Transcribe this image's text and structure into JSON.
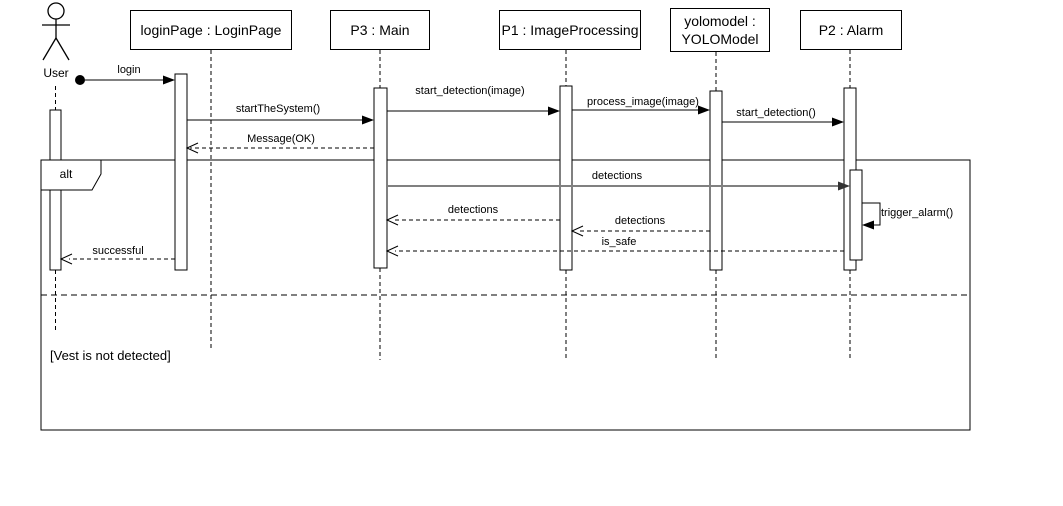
{
  "diagram": {
    "kind": "uml-sequence-diagram",
    "fragment_operator": "alt",
    "guard": "[Vest is not detected]",
    "colors": {
      "stroke": "#000000",
      "gray_message_line": "#808080",
      "background": "#ffffff"
    }
  },
  "actor": {
    "name": "User"
  },
  "participants": [
    {
      "label": "loginPage : LoginPage"
    },
    {
      "label": "P3 : Main"
    },
    {
      "label": "P1 : ImageProcessing"
    },
    {
      "label": "yolomodel : YOLOModel"
    },
    {
      "label": "P2 : Alarm"
    }
  ],
  "messages": {
    "login": "login",
    "start_the_system": "startTheSystem()",
    "message_ok": "Message(OK)",
    "start_detection_image": "start_detection(image)",
    "process_image": "process_image(image)",
    "start_detection": "start_detection()",
    "detections_to_alarm": "detections",
    "trigger_alarm": "trigger_alarm()",
    "detections_to_main": "detections",
    "detections_to_p1": "detections",
    "is_safe": "is_safe",
    "successful": "successful"
  }
}
